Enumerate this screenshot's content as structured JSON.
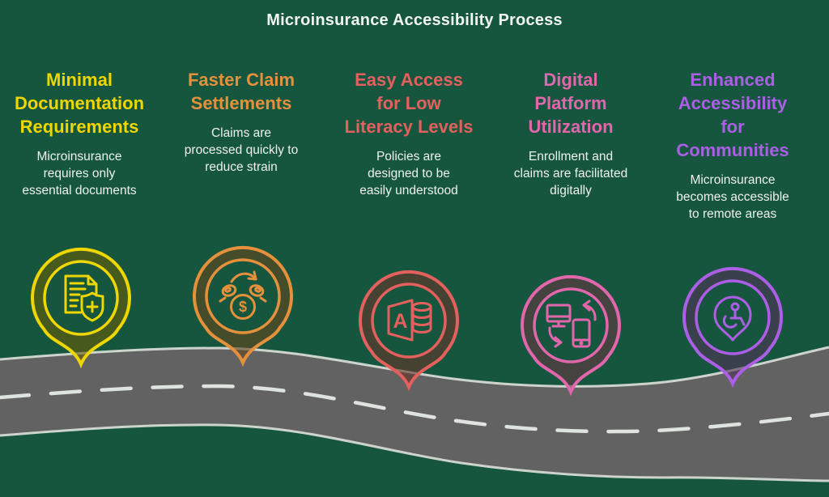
{
  "title": "Microinsurance Accessibility Process",
  "colors": {
    "background": "#16563E",
    "title_text": "#F2F5F1",
    "body_text": "#EDF2EC",
    "road_fill": "#626262",
    "road_edge": "#CDD3CD",
    "road_dash": "#DFE3DF"
  },
  "steps": [
    {
      "heading": "Minimal\nDocumentation\nRequirements",
      "description": "Microinsurance\nrequires only\nessential documents",
      "color": "#EED600",
      "icon": "document-shield-plus-icon"
    },
    {
      "heading": "Faster Claim\nSettlements",
      "description": "Claims are\nprocessed quickly to\nreduce strain",
      "color": "#E5913C",
      "icon": "coins-transfer-icon",
      "icon_glyph": "$"
    },
    {
      "heading": "Easy Access\nfor Low\nLiteracy Levels",
      "description": "Policies are\ndesigned to be\neasily understood",
      "color": "#E4605E",
      "icon": "access-document-database-icon",
      "icon_glyph": "A"
    },
    {
      "heading": "Digital\nPlatform\nUtilization",
      "description": "Enrollment and\nclaims are facilitated\ndigitally",
      "color": "#E266AC",
      "icon": "devices-sync-icon"
    },
    {
      "heading": "Enhanced\nAccessibility\nfor\nCommunities",
      "description": "Microinsurance\nbecomes accessible\nto remote areas",
      "color": "#AC5FE6",
      "icon": "wheelchair-location-icon"
    }
  ]
}
